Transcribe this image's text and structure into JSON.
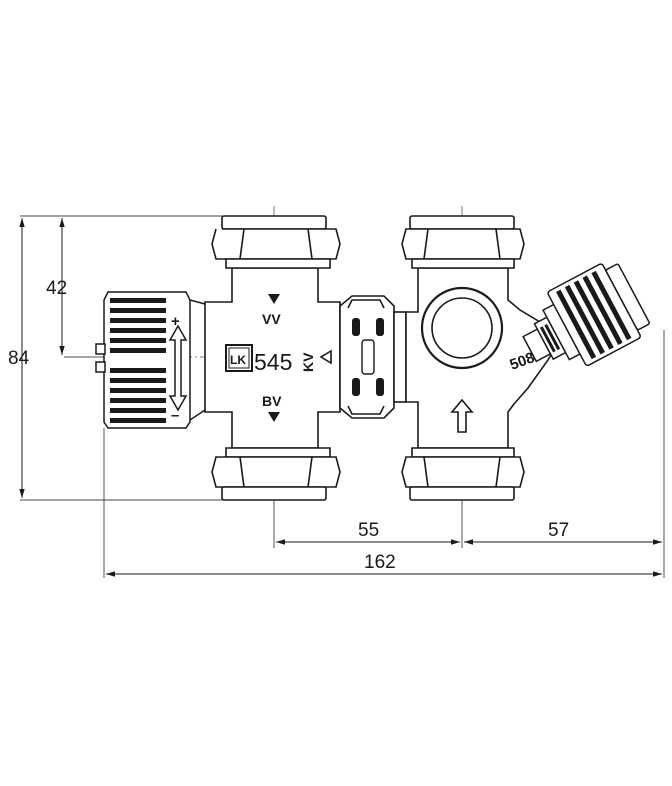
{
  "dimensions": {
    "total_height": "84",
    "half_height": "42",
    "left_spacing": "55",
    "right_spacing": "57",
    "total_length": "162"
  },
  "body_markings": {
    "brand": "LK",
    "model": "545",
    "kv_label": "KV",
    "upper_label": "VV",
    "lower_label": "BV",
    "right_model": "508",
    "plus_sign": "+",
    "minus_sign": "–"
  }
}
